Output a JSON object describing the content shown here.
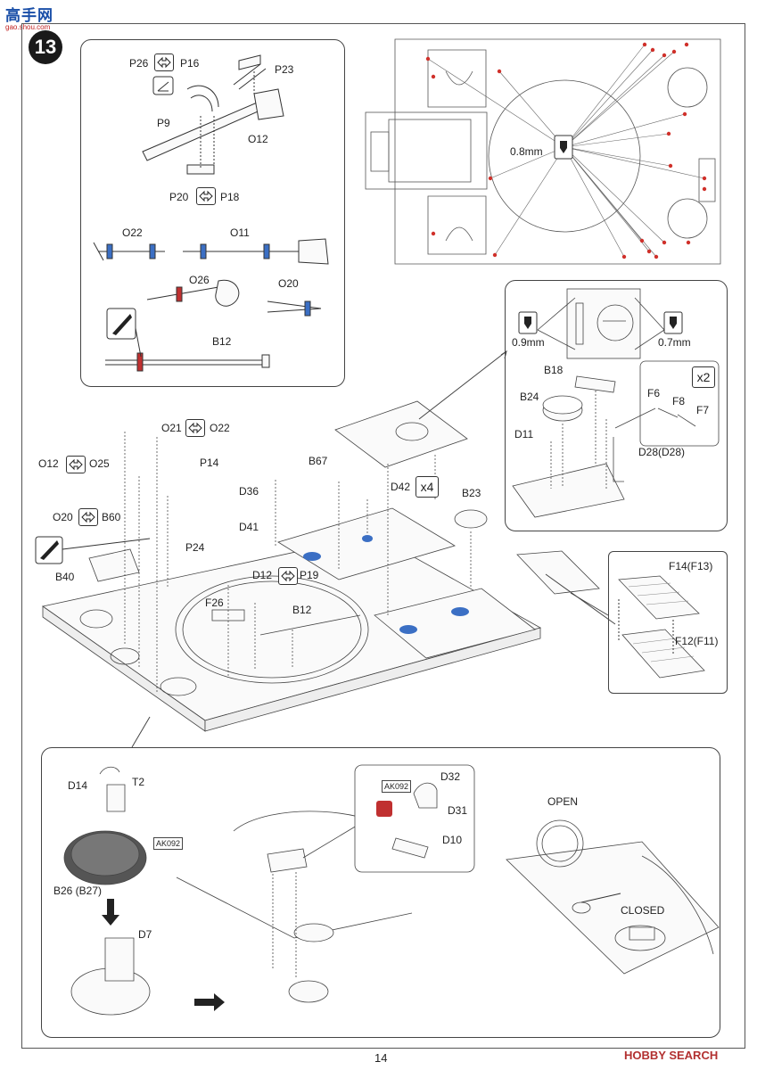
{
  "site": {
    "logo_text": "高手网",
    "logo_url": "gao.shou.com"
  },
  "step": {
    "number": "13"
  },
  "panel_tools": {
    "labels": {
      "p26": "P26",
      "p16": "P16",
      "p23": "P23",
      "p9": "P9",
      "o12": "O12",
      "p20": "P20",
      "p18": "P18",
      "o22": "O22",
      "o11": "O11",
      "o26": "O26",
      "o20": "O20",
      "b12": "B12"
    }
  },
  "panel_deck": {
    "drill_label": "0.8mm"
  },
  "panel_hatch": {
    "drill_left": "0.9mm",
    "drill_right": "0.7mm",
    "multiplier": "x2",
    "labels": {
      "b18": "B18",
      "b24": "B24",
      "f6": "F6",
      "f8": "F8",
      "f7": "F7",
      "d11": "D11",
      "d28": "D28(D28)"
    }
  },
  "panel_grille": {
    "labels": {
      "f14": "F14(F13)",
      "f12": "F12(F11)"
    }
  },
  "main_assembly": {
    "multiplier": "x4",
    "labels": {
      "o21": "O21",
      "o22": "O22",
      "o12": "O12",
      "o25": "O25",
      "p14": "P14",
      "b67": "B67",
      "d42": "D42",
      "d36": "D36",
      "b23": "B23",
      "o20": "O20",
      "b60": "B60",
      "d41": "D41",
      "p24": "P24",
      "b40": "B40",
      "d12": "D12",
      "p19": "P19",
      "f26": "F26",
      "b12": "B12"
    }
  },
  "panel_bottom": {
    "paint_code": "AK092",
    "labels": {
      "d14": "D14",
      "t2": "T2",
      "b26": "B26 (B27)",
      "d7": "D7",
      "d32": "D32",
      "d31": "D31",
      "d10": "D10",
      "open": "OPEN",
      "closed": "CLOSED"
    }
  },
  "footer": {
    "page_number": "14",
    "watermark": "HOBBY SEARCH"
  },
  "colors": {
    "line": "#333333",
    "blue_part": "#3b6fc4",
    "red_part": "#c03030",
    "red_dot": "#d0302a"
  }
}
